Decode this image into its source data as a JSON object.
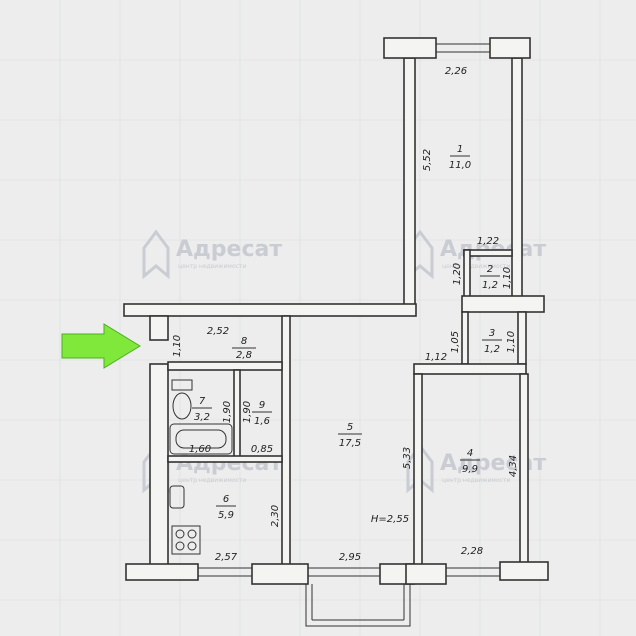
{
  "watermark": {
    "name": "Адресат",
    "tagline": "центр недвижимости"
  },
  "ceiling_height": "H=2,55",
  "arrow_color": "#7fe83a",
  "rooms": [
    {
      "number": "1",
      "area": "11,0"
    },
    {
      "number": "2",
      "area": "1,2"
    },
    {
      "number": "3",
      "area": "1,2"
    },
    {
      "number": "4",
      "area": "9,9"
    },
    {
      "number": "5",
      "area": "17,5"
    },
    {
      "number": "6",
      "area": "5,9"
    },
    {
      "number": "7",
      "area": "3,2"
    },
    {
      "number": "8",
      "area": "2,8"
    },
    {
      "number": "9",
      "area": "1,6"
    }
  ],
  "dimensions": {
    "d226": "2,26",
    "d552": "5,52",
    "d122": "1,22",
    "d120": "1,20",
    "d110a": "1,10",
    "d252": "2,52",
    "d110b": "1,10",
    "d105": "1,05",
    "d110c": "1,10",
    "d112": "1,12",
    "d190a": "1,90",
    "d190b": "1,90",
    "d160": "1,60",
    "d085": "0,85",
    "d533": "5,33",
    "d434": "4,34",
    "d230": "2,30",
    "d257": "2,57",
    "d295": "2,95",
    "d228": "2,28"
  }
}
